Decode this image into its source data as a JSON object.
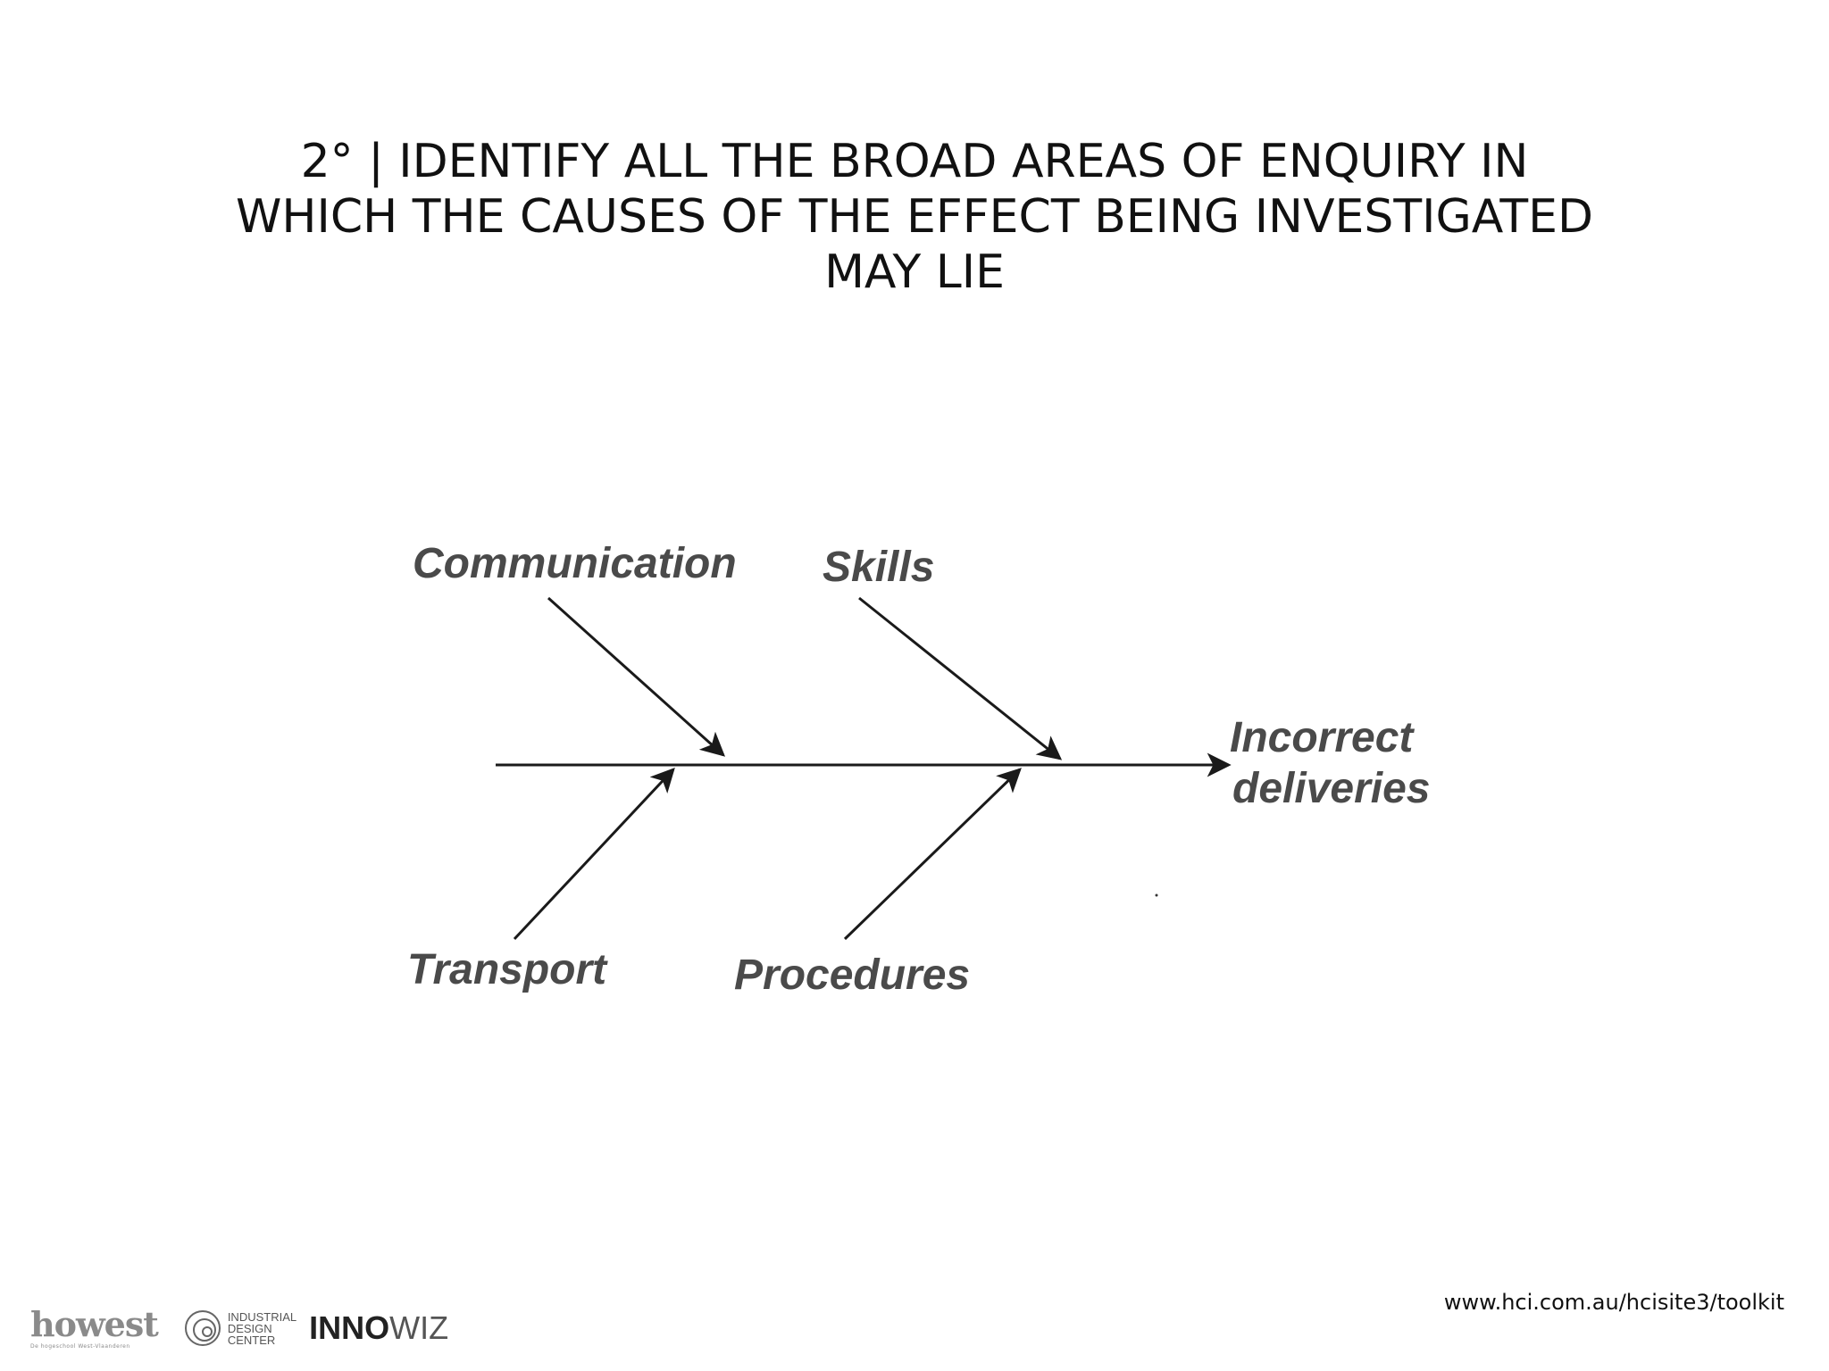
{
  "title": {
    "line1": "2° | IDENTIFY ALL THE BROAD AREAS OF ENQUIRY IN",
    "line2": "WHICH THE CAUSES OF THE EFFECT BEING INVESTIGATED",
    "line3": "MAY LIE"
  },
  "diagram": {
    "effect_line1": "Incorrect",
    "effect_line2": "deliveries",
    "causes_top": [
      "Communication",
      "Skills"
    ],
    "causes_bottom": [
      "Transport",
      "Procedures"
    ],
    "line_color": "#1a1a1a",
    "label_color": "#4a4a4a"
  },
  "footer": {
    "url": "www.hci.com.au/hcisite3/toolkit",
    "logos": {
      "howest_word": "howest",
      "howest_tag": "De hogeschool West-Vlaanderen",
      "idc_line1": "INDUSTRIAL",
      "idc_line2": "DESIGN",
      "idc_line3": "CENTER",
      "innowiz_bold": "INNO",
      "innowiz_light": "WIZ"
    }
  }
}
